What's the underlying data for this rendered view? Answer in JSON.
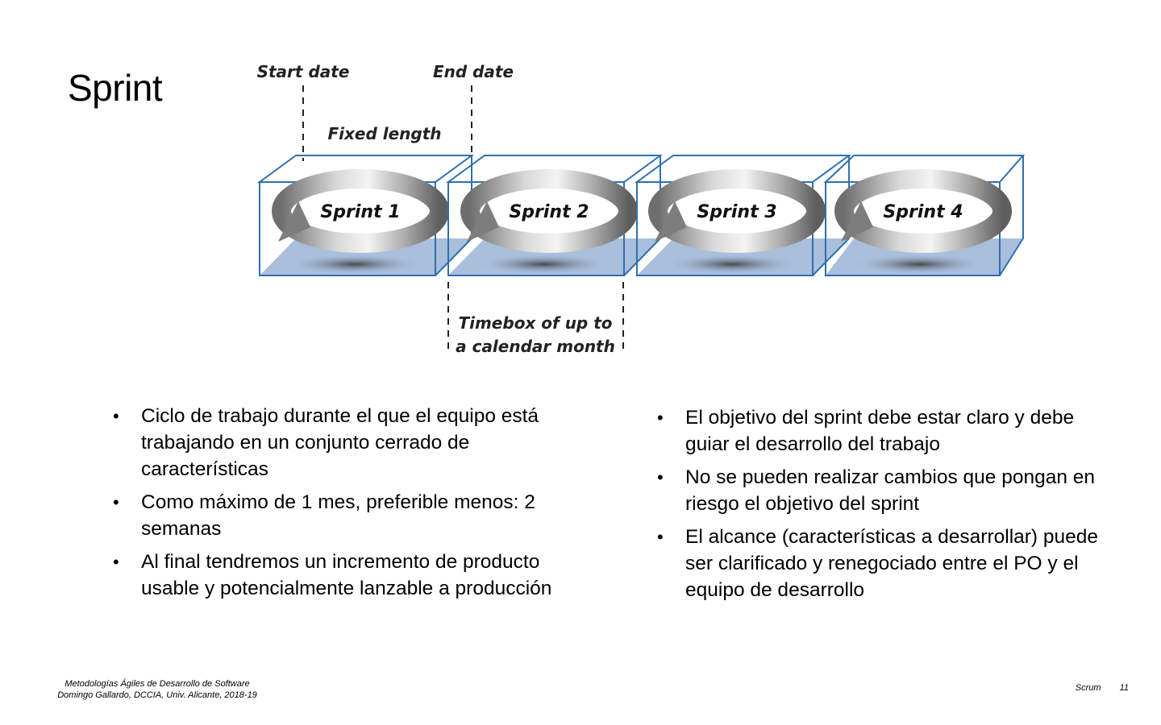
{
  "slide": {
    "title": "Sprint"
  },
  "diagram": {
    "start_label": "Start date",
    "end_label": "End date",
    "fixed_label": "Fixed length",
    "timebox_line1": "Timebox of up to",
    "timebox_line2": "a calendar month",
    "sprints": [
      "Sprint 1",
      "Sprint 2",
      "Sprint 3",
      "Sprint 4"
    ],
    "colors": {
      "box_edge": "#2f6fb0",
      "box_floor": "#a9bfdc",
      "ring": "#8a8a8a"
    }
  },
  "bullets_left": [
    "Ciclo de trabajo durante el que el equipo está trabajando en un conjunto cerrado de características",
    "Como máximo de 1 mes, preferible menos: 2 semanas",
    "Al final tendremos un incremento de producto usable y potencialmente lanzable a producción"
  ],
  "bullets_right": [
    "El objetivo del sprint debe estar claro y debe guiar el desarrollo del trabajo",
    "No se pueden realizar cambios que pongan en riesgo el objetivo del sprint",
    "El alcance (características a desarrollar) puede ser clarificado y renegociado entre el PO y el equipo de desarrollo"
  ],
  "footer": {
    "course": "Metodologías Ágiles de Desarrollo de Software",
    "author": "Domingo Gallardo, DCCIA, Univ. Alicante, 2018-19",
    "section": "Scrum",
    "page": "11"
  }
}
